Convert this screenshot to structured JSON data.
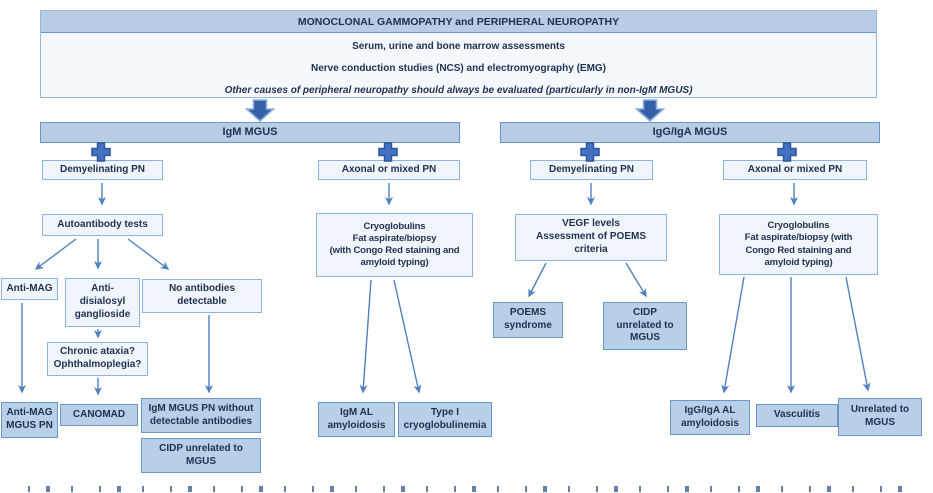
{
  "colors": {
    "bar-fill": "#b8cce4",
    "bar-border": "#6b96c9",
    "light-fill": "#f0f5fb",
    "light-border": "#8eb4e3",
    "shaded-fill": "#b8cfe8",
    "shaded-border": "#6b96c9",
    "panel-fill": "#f4f8fc",
    "panel-border": "#9ab8dc",
    "text": "#1f3050",
    "arrow": "#4f81bd",
    "cross-fill": "#4472c4",
    "cross-stroke": "#2f5597",
    "block-arrow-fill": "#3560a8",
    "block-arrow-stroke": "#8fb0da"
  },
  "header": {
    "title": "MONOCLONAL GAMMOPATHY and PERIPHERAL NEUROPATHY",
    "line1": "Serum, urine and bone marrow assessments",
    "line2": "Nerve conduction studies (NCS) and electromyography (EMG)",
    "line3": "Other causes of peripheral neuropathy should always be evaluated (particularly in non-IgM MGUS)"
  },
  "nodes": {
    "igm_mgus": {
      "label": "IgM MGUS"
    },
    "igg_iga_mgus": {
      "label": "IgG/IgA MGUS"
    },
    "demyelinating_left": {
      "label": "Demyelinating PN"
    },
    "axonal_left": {
      "label": "Axonal or mixed PN"
    },
    "demyelinating_right": {
      "label": "Demyelinating PN"
    },
    "axonal_right": {
      "label": "Axonal or mixed PN"
    },
    "autoantibody": {
      "label": "Autoantibody tests"
    },
    "cryo_left": {
      "label": "Cryoglobulins\nFat aspirate/biopsy\n(with Congo Red staining and\namyloid typing)"
    },
    "vegf": {
      "label": "VEGF levels\nAssessment of POEMS\ncriteria"
    },
    "cryo_right": {
      "label": "Cryoglobulins\nFat aspirate/biopsy (with\nCongo Red staining and\namyloid typing)"
    },
    "anti_mag": {
      "label": "Anti-MAG"
    },
    "anti_disialosyl": {
      "label": "Anti-\ndisialosyl\nganglioside"
    },
    "no_antibodies": {
      "label": "No antibodies\ndetectable"
    },
    "chronic_ataxia": {
      "label": "Chronic ataxia?\nOphthalmoplegia?"
    },
    "anti_mag_mgus_pn": {
      "label": "Anti-MAG\nMGUS PN"
    },
    "canomad": {
      "label": "CANOMAD"
    },
    "igm_mgus_pn_without": {
      "label": "IgM MGUS PN without\ndetectable antibodies"
    },
    "cidp_unrelated_left": {
      "label": "CIDP unrelated to\nMGUS"
    },
    "igm_al": {
      "label": "IgM AL\namyloidosis"
    },
    "type1_cryo": {
      "label": "Type I\ncryoglobulinemia"
    },
    "poems": {
      "label": "POEMS\nsyndrome"
    },
    "cidp_unrelated_right": {
      "label": "CIDP\nunrelated to\nMGUS"
    },
    "igg_iga_al": {
      "label": "IgG/IgA AL\namyloidosis"
    },
    "vasculitis": {
      "label": "Vasculitis"
    },
    "unrelated_mgus": {
      "label": "Unrelated to\nMGUS"
    }
  }
}
